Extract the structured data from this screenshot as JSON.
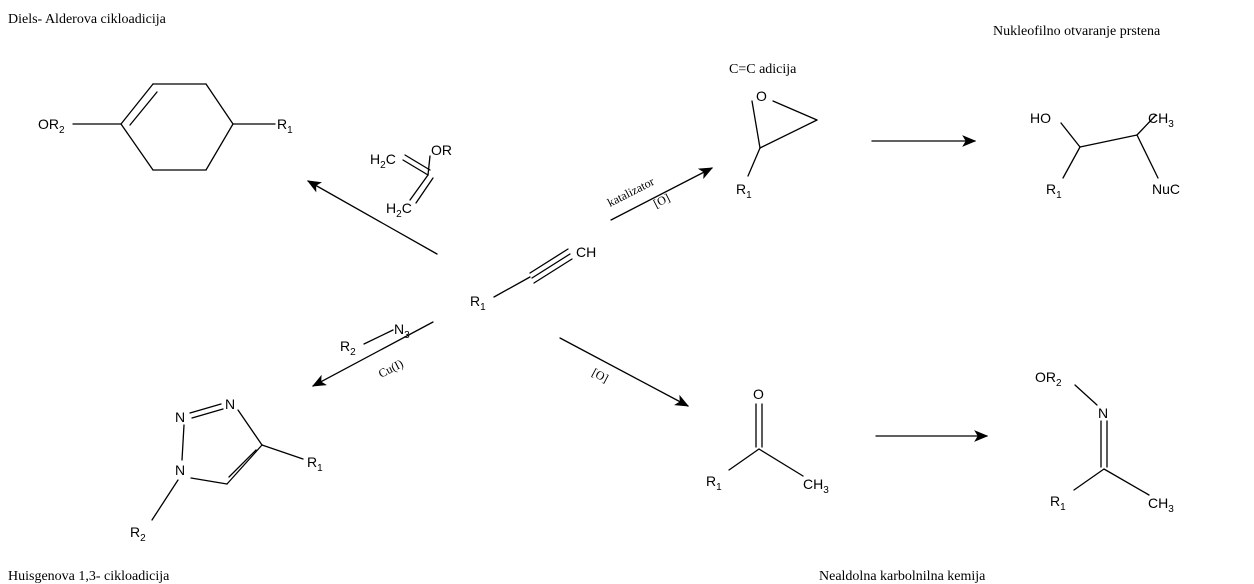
{
  "headings": {
    "diels_alder": "Diels- Alderova cikloadicija",
    "cc_addition": "C=C adicija",
    "nucleophilic_ring_opening": "Nukleofilno otvaranje prstena",
    "huisgen": "Huisgenova 1,3- cikloadicija",
    "non_aldol": "Nealdolna karbolnilna kemija"
  },
  "center_alkyne": {
    "r": "R",
    "r_sub": "1",
    "ch": "CH"
  },
  "diels_alder_product": {
    "or": "OR",
    "or_sub": "2",
    "r": "R",
    "r_sub": "1"
  },
  "diene_reagent": {
    "h2c_top": "H",
    "h2c_top_sub": "2",
    "h2c_top_c": "C",
    "or": "OR",
    "h2c_bottom": "H",
    "h2c_bottom_sub": "2",
    "h2c_bottom_c": "C"
  },
  "epoxidation": {
    "catalyst": "katalizator",
    "oxidant": "[O]"
  },
  "epoxide": {
    "o": "O",
    "r": "R",
    "r_sub": "1"
  },
  "ring_opened": {
    "ho": "HO",
    "ch": "CH",
    "ch_sub": "3",
    "r": "R",
    "r_sub": "1",
    "nuc": "NuC"
  },
  "azide_reagent": {
    "r": "R",
    "r_sub": "2",
    "n": "N",
    "n_sub": "3",
    "catalyst": "Cu(I)"
  },
  "triazole": {
    "n_top_left": "N",
    "n_top_right": "N",
    "n_bottom": "N",
    "r1": "R",
    "r1_sub": "1",
    "r2": "R",
    "r2_sub": "2"
  },
  "oxidation": {
    "oxidant": "[O]"
  },
  "ketone": {
    "o": "O",
    "r": "R",
    "r_sub": "1",
    "ch": "CH",
    "ch_sub": "3"
  },
  "oxime_ether": {
    "or": "OR",
    "or_sub": "2",
    "n": "N",
    "r": "R",
    "r_sub": "1",
    "ch": "CH",
    "ch_sub": "3"
  }
}
